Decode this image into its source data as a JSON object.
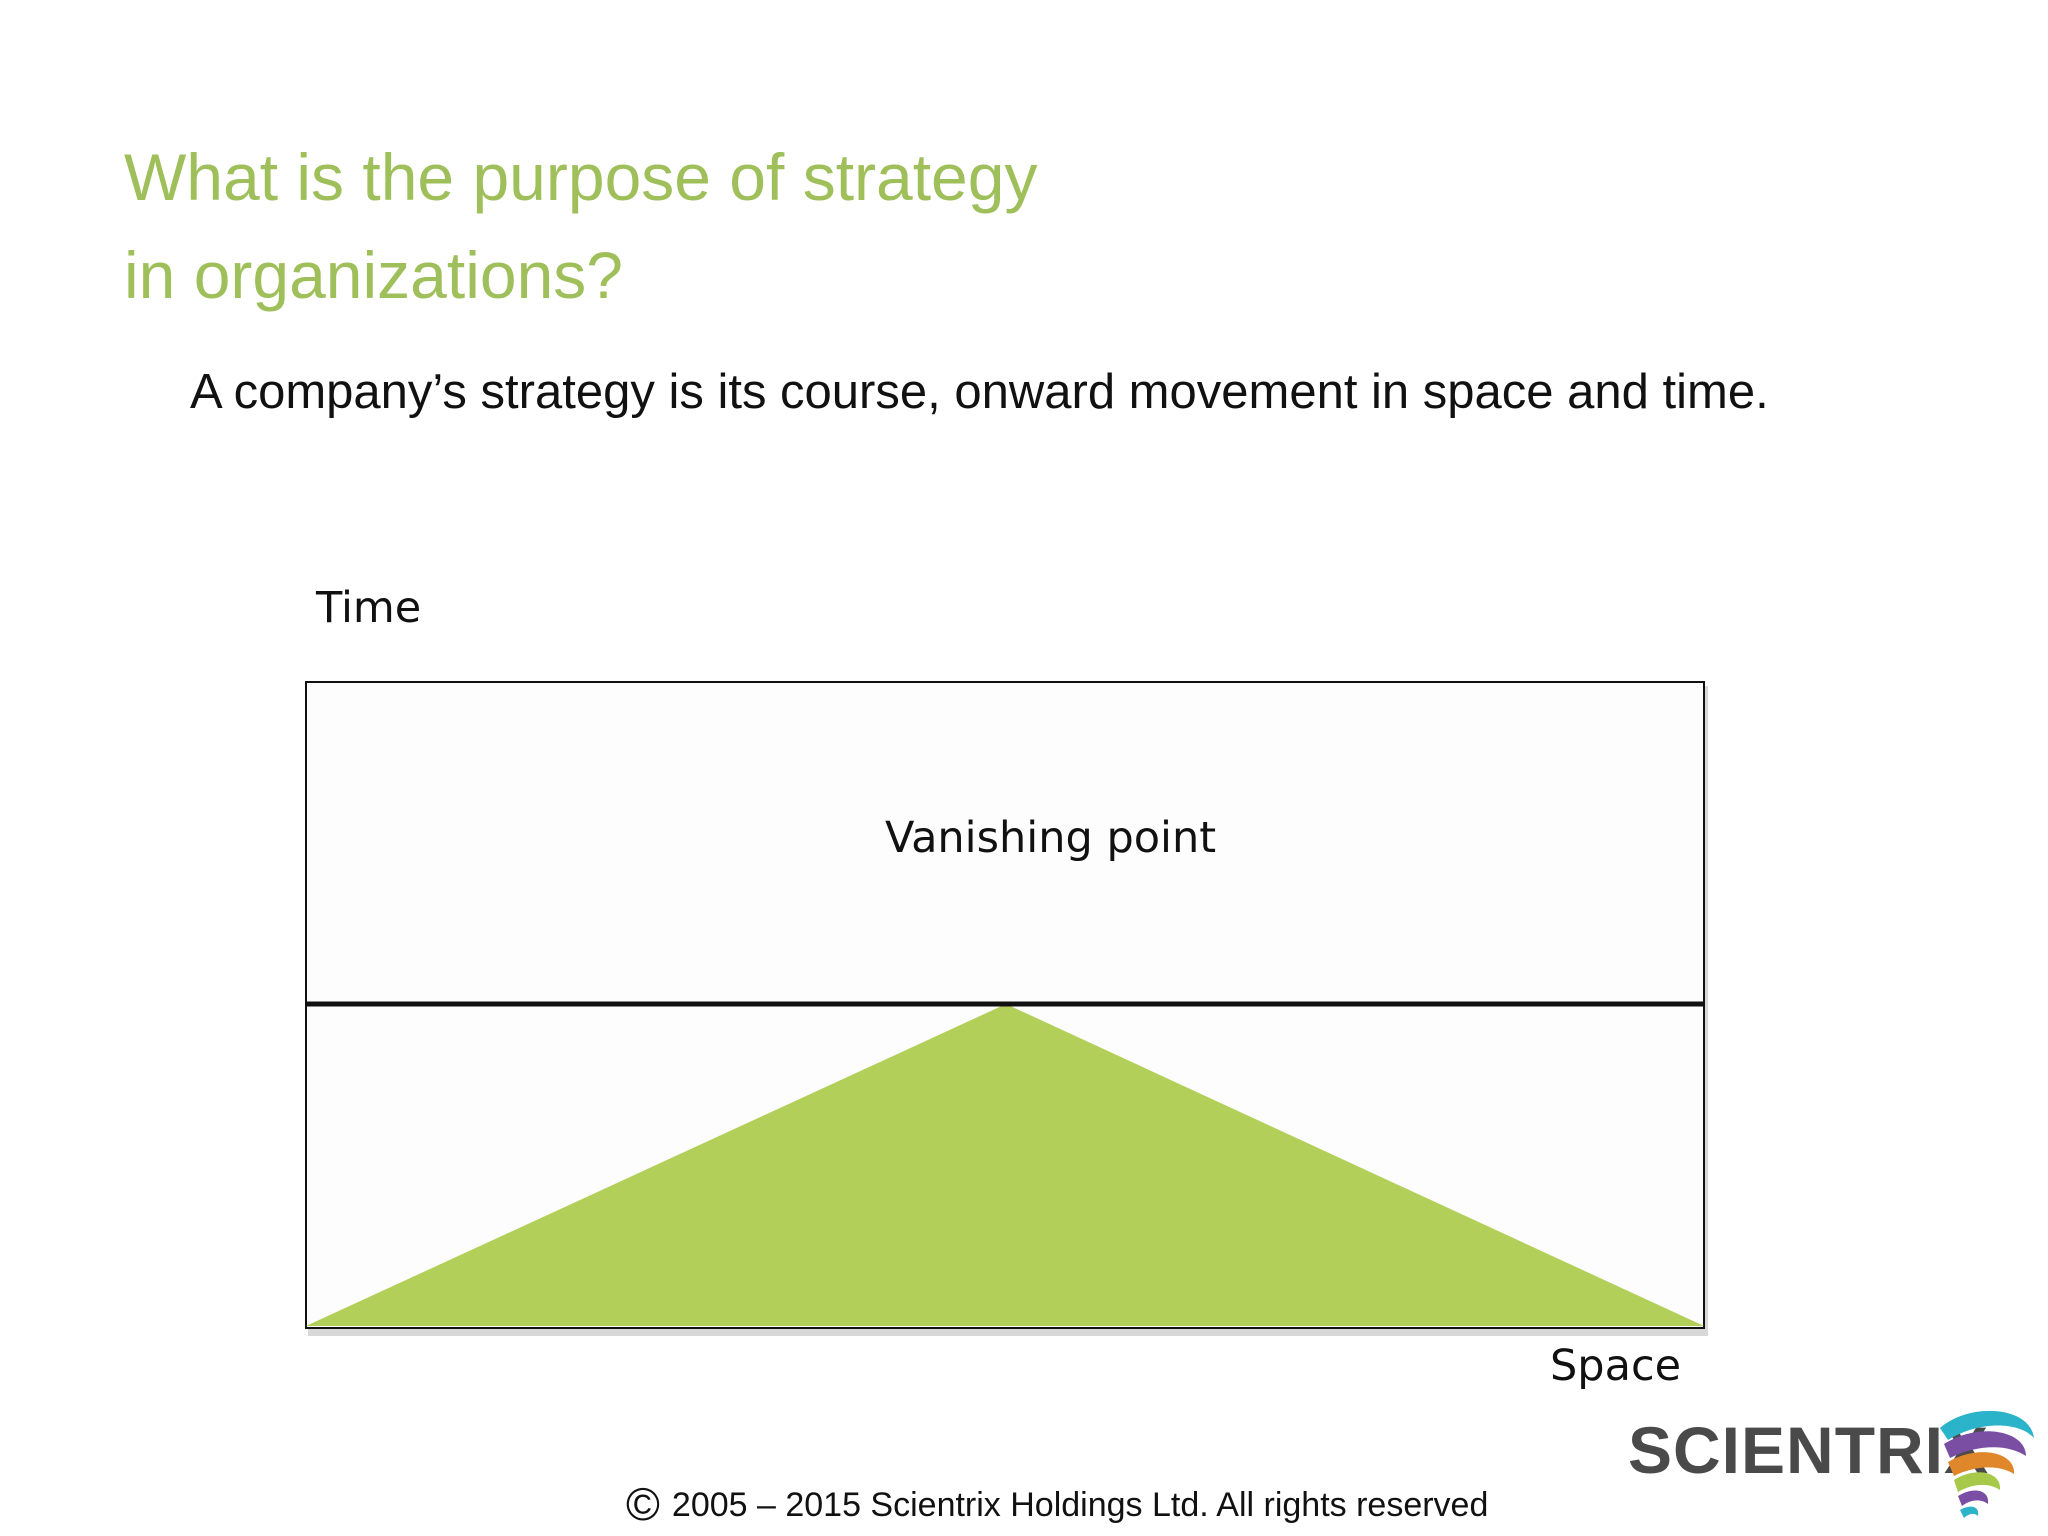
{
  "slide": {
    "title_lines": [
      "What is the purpose of strategy",
      "in organizations?"
    ],
    "subtitle": "A company’s strategy is its course, onward movement in space and time."
  },
  "diagram": {
    "time_label": "Time",
    "space_label": "Space",
    "vanishing_label": "Vanishing point",
    "colors": {
      "triangle": "#b2cf59",
      "border": "#111111"
    }
  },
  "footer": {
    "copyright_symbol": "©",
    "text": "2005 – 2015 Scientrix Holdings Ltd. All rights reserved"
  },
  "logo": {
    "text": "SCIENTRIX",
    "mark_icon": "swirl-logo-icon"
  },
  "colors": {
    "title": "#9ebf5a"
  }
}
